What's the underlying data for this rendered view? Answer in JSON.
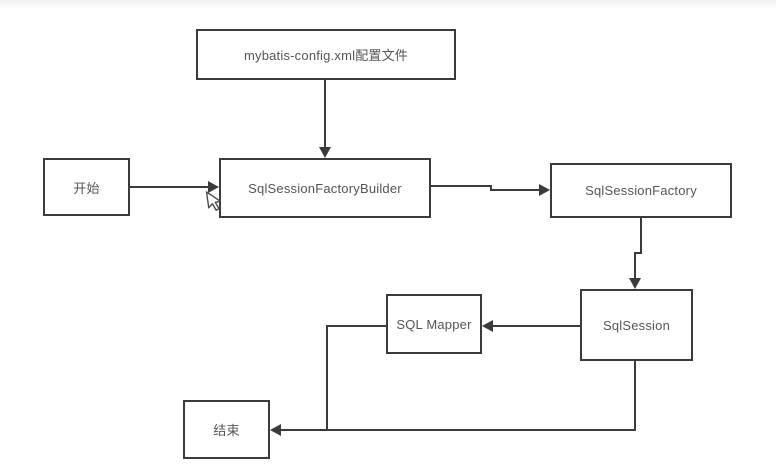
{
  "diagram": {
    "nodes": {
      "config": {
        "label": "mybatis-config.xml配置文件"
      },
      "start": {
        "label": "开始"
      },
      "builder": {
        "label": "SqlSessionFactoryBuilder"
      },
      "factory": {
        "label": "SqlSessionFactory"
      },
      "session": {
        "label": "SqlSession"
      },
      "mapper": {
        "label": "SQL Mapper"
      },
      "end": {
        "label": "结束"
      }
    },
    "colors": {
      "line": "#3b3b3b",
      "text": "#555555",
      "canvas": "#ffffff"
    }
  }
}
